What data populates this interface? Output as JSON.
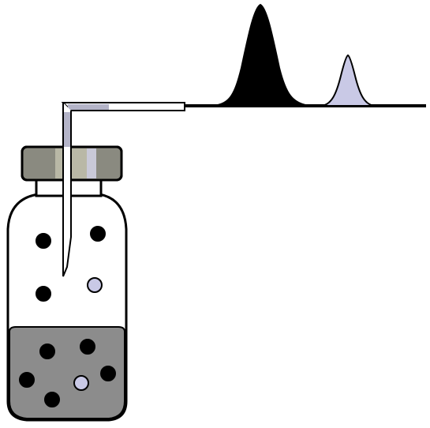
{
  "diagram": {
    "kind": "headspace-vial-chromatogram",
    "colors": {
      "background": "#ffffff",
      "outline": "#000000",
      "cap_dark": "#8a8a80",
      "cap_light": "#b9b8a6",
      "cap_highlight": "#c9c9d8",
      "liquid": "#8c8c8c",
      "analyte_a": "#000000",
      "analyte_b": "#c9c9e6",
      "peak_a": "#000000",
      "peak_b": "#c9c9e6",
      "transfer_line": "#b4b4c8"
    },
    "molecules": {
      "headspace": [
        {
          "species": "analyte-a"
        },
        {
          "species": "analyte-a"
        },
        {
          "species": "analyte-a"
        },
        {
          "species": "analyte-b"
        }
      ],
      "liquid": [
        {
          "species": "analyte-a"
        },
        {
          "species": "analyte-a"
        },
        {
          "species": "analyte-a"
        },
        {
          "species": "analyte-a"
        },
        {
          "species": "analyte-a"
        },
        {
          "species": "analyte-b"
        }
      ]
    },
    "peaks": [
      {
        "species": "analyte-a"
      },
      {
        "species": "analyte-b"
      }
    ]
  }
}
